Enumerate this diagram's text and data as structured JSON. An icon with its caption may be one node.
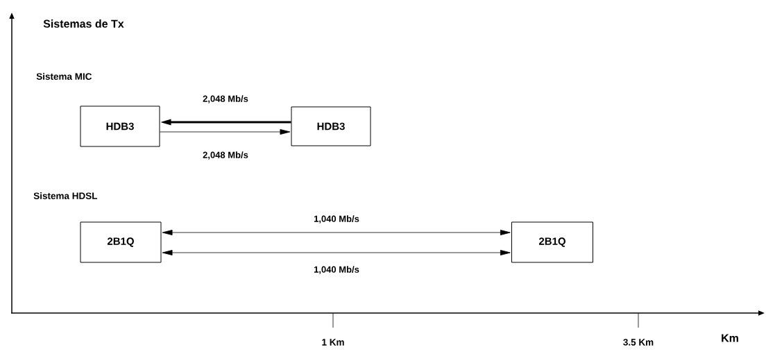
{
  "diagram": {
    "nodes": [
      {
        "text": [
          "HDB3"
        ]
      },
      {
        "text": [
          "HDB3"
        ]
      },
      {
        "text": [
          "2B1Q"
        ]
      },
      {
        "text": [
          "2B1Q"
        ]
      }
    ],
    "edges": [
      {
        "from": 1,
        "to": 0,
        "arrow": "to",
        "label": "2,048 Mb/s",
        "style": "thick"
      },
      {
        "from": 0,
        "to": 1,
        "arrow": "to",
        "label": "2,048 Mb/s"
      },
      {
        "from": 2,
        "to": 3,
        "arrow": "both",
        "label": "1,040 Mb/s"
      },
      {
        "from": 2,
        "to": 3,
        "arrow": "both",
        "label": "1,040 Mb/s"
      }
    ],
    "labels": [
      "Sistemas de Tx",
      "Sistema MIC",
      "Sistema HDSL",
      "1 Km",
      "3.5 Km",
      "Km"
    ]
  }
}
